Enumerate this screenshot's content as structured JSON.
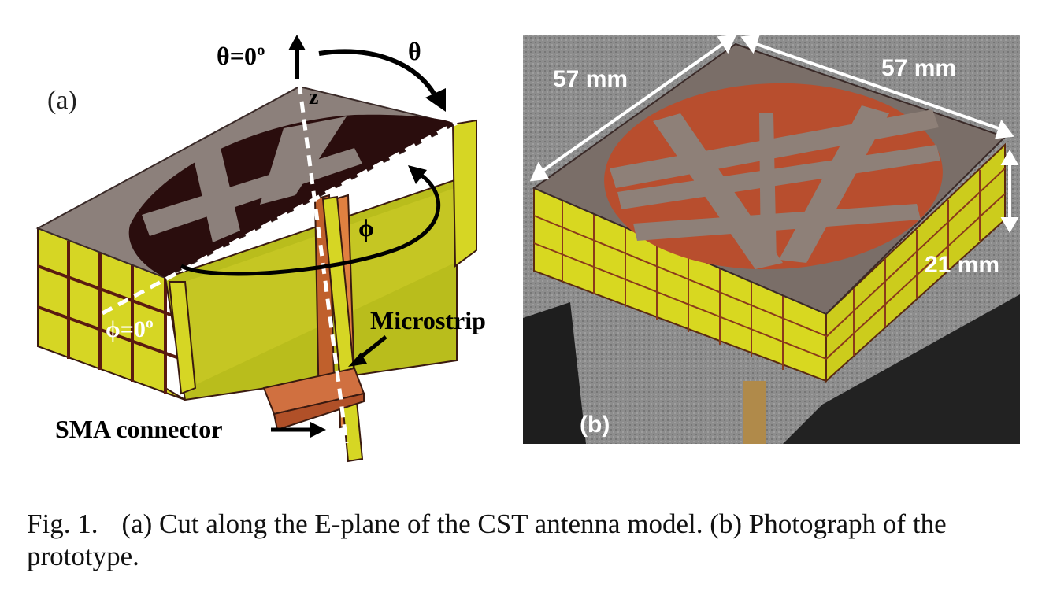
{
  "panel_a": {
    "label": "(a)",
    "theta_zero": "θ=0º",
    "theta": "θ",
    "z_axis": "z",
    "phi": "ϕ",
    "phi_zero": "ϕ=0º",
    "microstrip": "Microstrip",
    "sma": "SMA connector"
  },
  "panel_b": {
    "label": "(b)",
    "dim_left": "57 mm",
    "dim_right": "57 mm",
    "dim_height": "21 mm"
  },
  "caption": {
    "fig_number": "Fig. 1.",
    "text": "(a) Cut along the E-plane of the CST antenna model. (b) Photograph of the prototype."
  },
  "colors": {
    "substrate_yellow": "#d8d820",
    "copper": "#c0502c",
    "metal_gray": "#8a7f7b",
    "dark_slot": "#2a0d0d"
  }
}
